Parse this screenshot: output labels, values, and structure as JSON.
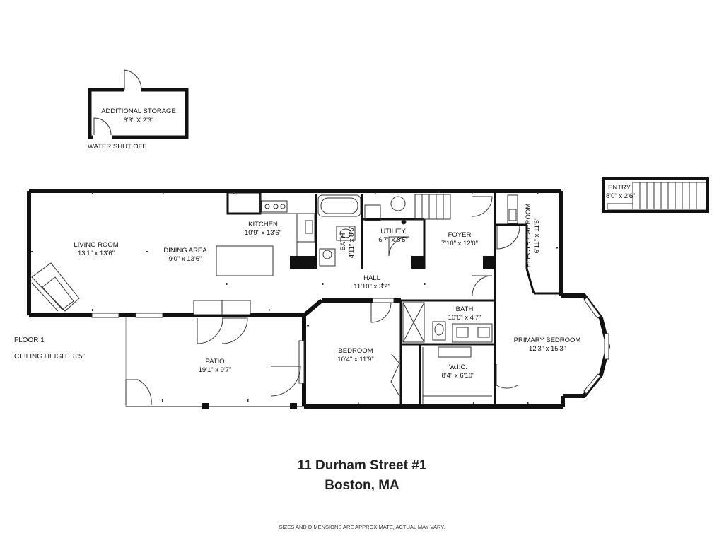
{
  "floor": {
    "label": "FLOOR 1",
    "ceiling": "CEILING HEIGHT 8’5”"
  },
  "address": {
    "line1": "11 Durham Street #1",
    "line2": "Boston, MA"
  },
  "disclaimer": "SIZES AND DIMENSIONS ARE APPROXIMATE, ACTUAL MAY VARY.",
  "storage": {
    "name": "ADDITIONAL STORAGE",
    "dims": "6'3\" X 2'3\"",
    "note": "WATER SHUT OFF"
  },
  "entry": {
    "name": "ENTRY",
    "dims": "8'0\" x 2'6\""
  },
  "rooms": {
    "living": {
      "name": "LIVING ROOM",
      "dims": "13'1\" x 13'6\""
    },
    "dining": {
      "name": "DINING AREA",
      "dims": "9'0\" x 13'6\""
    },
    "kitchen": {
      "name": "KITCHEN",
      "dims": "10'9\" x 13'6\""
    },
    "bath1": {
      "name": "BATH",
      "dims": "4'11\" x 8'5\""
    },
    "utility": {
      "name": "UTILITY",
      "dims": "6'7\" x 8'5\""
    },
    "foyer": {
      "name": "FOYER",
      "dims": "7'10\" x 12'0\""
    },
    "electrical": {
      "name": "ELECTRICAL ROOM",
      "dims": "6'11\" x 11'6\""
    },
    "hall": {
      "name": "HALL",
      "dims": "11'10\" x 3'2\""
    },
    "bath2": {
      "name": "BATH",
      "dims": "10'6\" x 4'7\""
    },
    "primary": {
      "name": "PRIMARY BEDROOM",
      "dims": "12'3\" x 15'3\""
    },
    "bedroom": {
      "name": "BEDROOM",
      "dims": "10'4\" x 11'9\""
    },
    "wic": {
      "name": "W.I.C.",
      "dims": "8'4\" x 6'10\""
    },
    "patio": {
      "name": "PATIO",
      "dims": "19'1\" x 9'7\""
    }
  }
}
